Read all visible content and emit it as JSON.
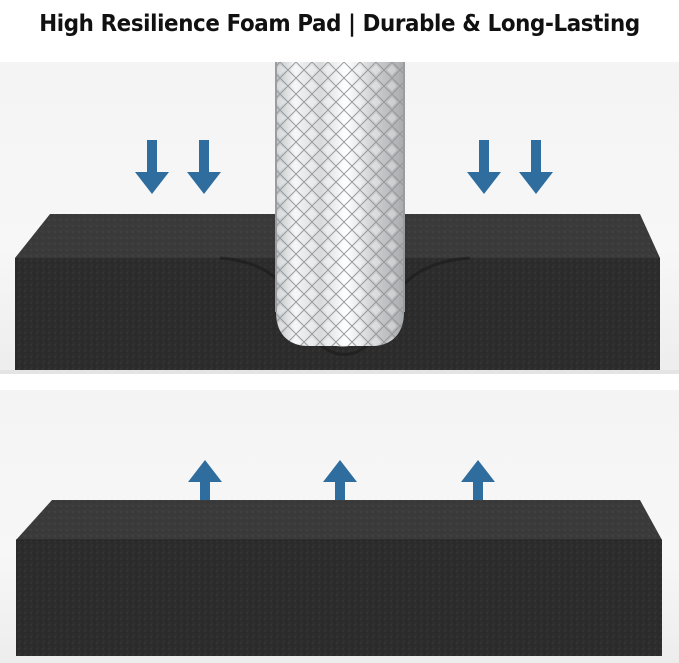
{
  "headline": "High Resilience Foam Pad | Durable & Long-Lasting",
  "colors": {
    "arrow": "#2f6d9e",
    "foam": "#2b2b2b",
    "foam_top": "#3a3a3a",
    "background": "#f5f5f5"
  },
  "top_panel": {
    "arrows": [
      "arrow-down",
      "arrow-down",
      "arrow-down",
      "arrow-down"
    ],
    "object": "glass-vase"
  },
  "bottom_panel": {
    "arrows": [
      "arrow-up",
      "arrow-up",
      "arrow-up"
    ]
  }
}
